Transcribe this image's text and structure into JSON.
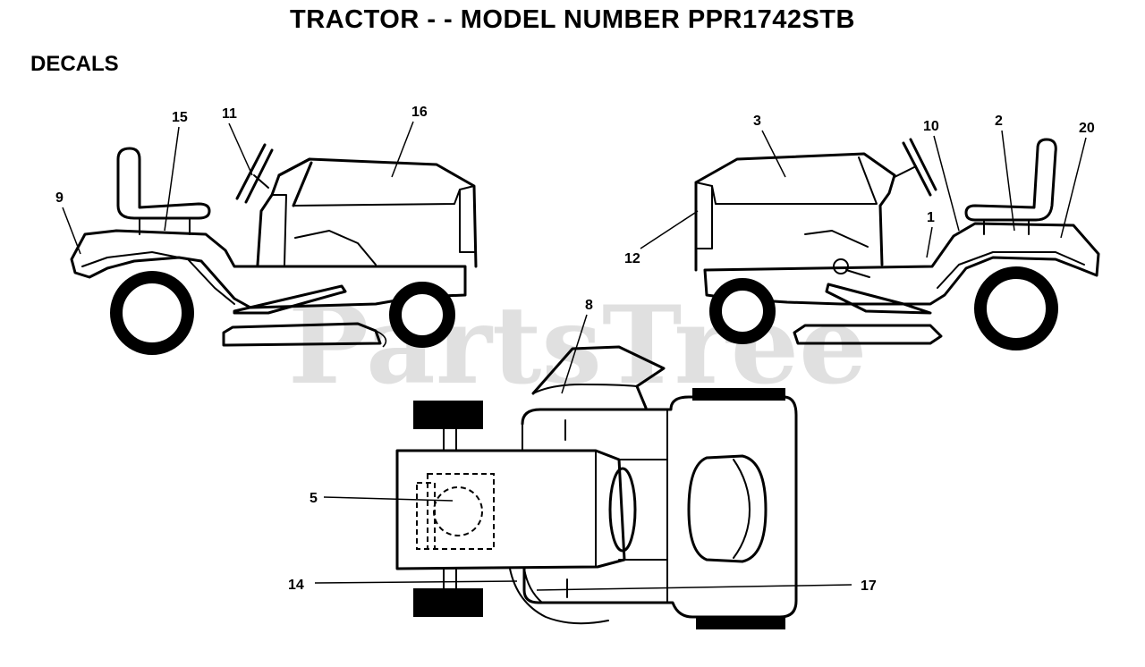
{
  "header": {
    "title": "TRACTOR - - MODEL NUMBER PPR1742STB"
  },
  "section": {
    "title": "DECALS"
  },
  "watermark": "PartsTree",
  "callouts": {
    "c1": "1",
    "c2": "2",
    "c3": "3",
    "c5": "5",
    "c8": "8",
    "c9": "9",
    "c10": "10",
    "c11": "11",
    "c12": "12",
    "c14": "14",
    "c15": "15",
    "c16": "16",
    "c17": "17",
    "c20": "20"
  }
}
